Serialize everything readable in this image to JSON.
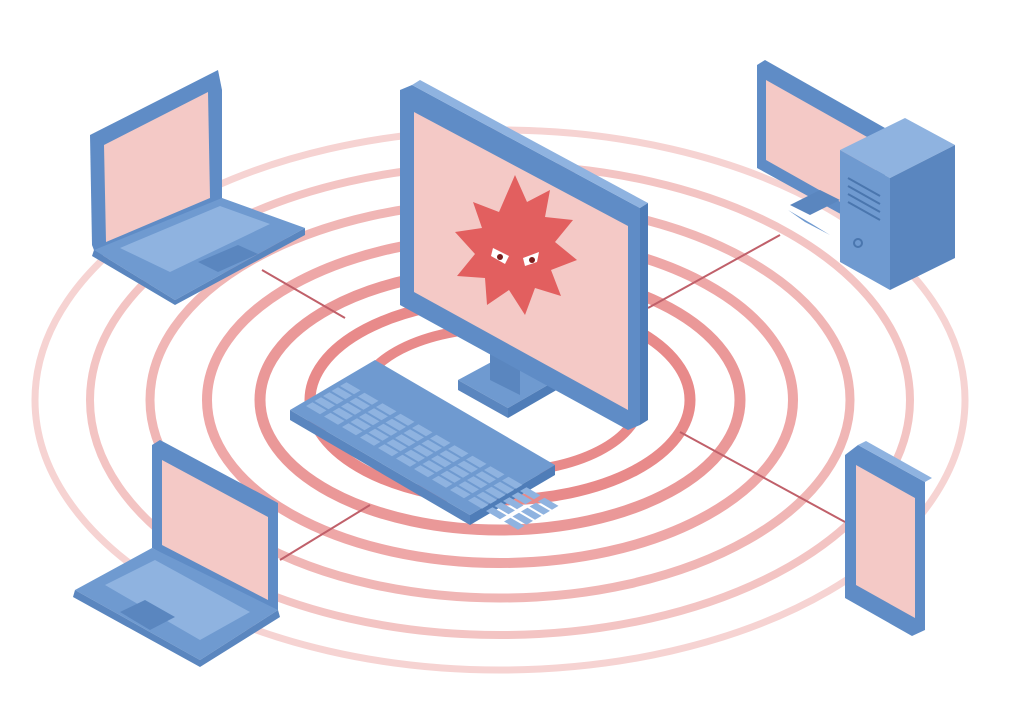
{
  "illustration": {
    "subject": "",
    "devices": [
      {
        "id": "central-monitor",
        "icon": "monitor-icon",
        "state": "infected"
      },
      {
        "id": "keyboard",
        "icon": "keyboard-icon"
      },
      {
        "id": "laptop-top-left",
        "icon": "laptop-icon"
      },
      {
        "id": "laptop-bottom-left",
        "icon": "laptop-icon"
      },
      {
        "id": "desktop-top-right",
        "icon": "desktop-tower-icon"
      },
      {
        "id": "tablet-bottom-right",
        "icon": "tablet-icon"
      }
    ],
    "threat_icon": "virus-icon",
    "rings": 7
  },
  "colors": {
    "device_blue": "#6f9ad0",
    "device_blue_dark": "#5a86bf",
    "device_blue_light": "#8fb3e0",
    "screen_pink": "#f4c9c6",
    "virus_red": "#e25f5f",
    "ring_red": "#e88a8a",
    "ring_red_light": "#f3c4c3",
    "link_line": "#c0606a"
  }
}
